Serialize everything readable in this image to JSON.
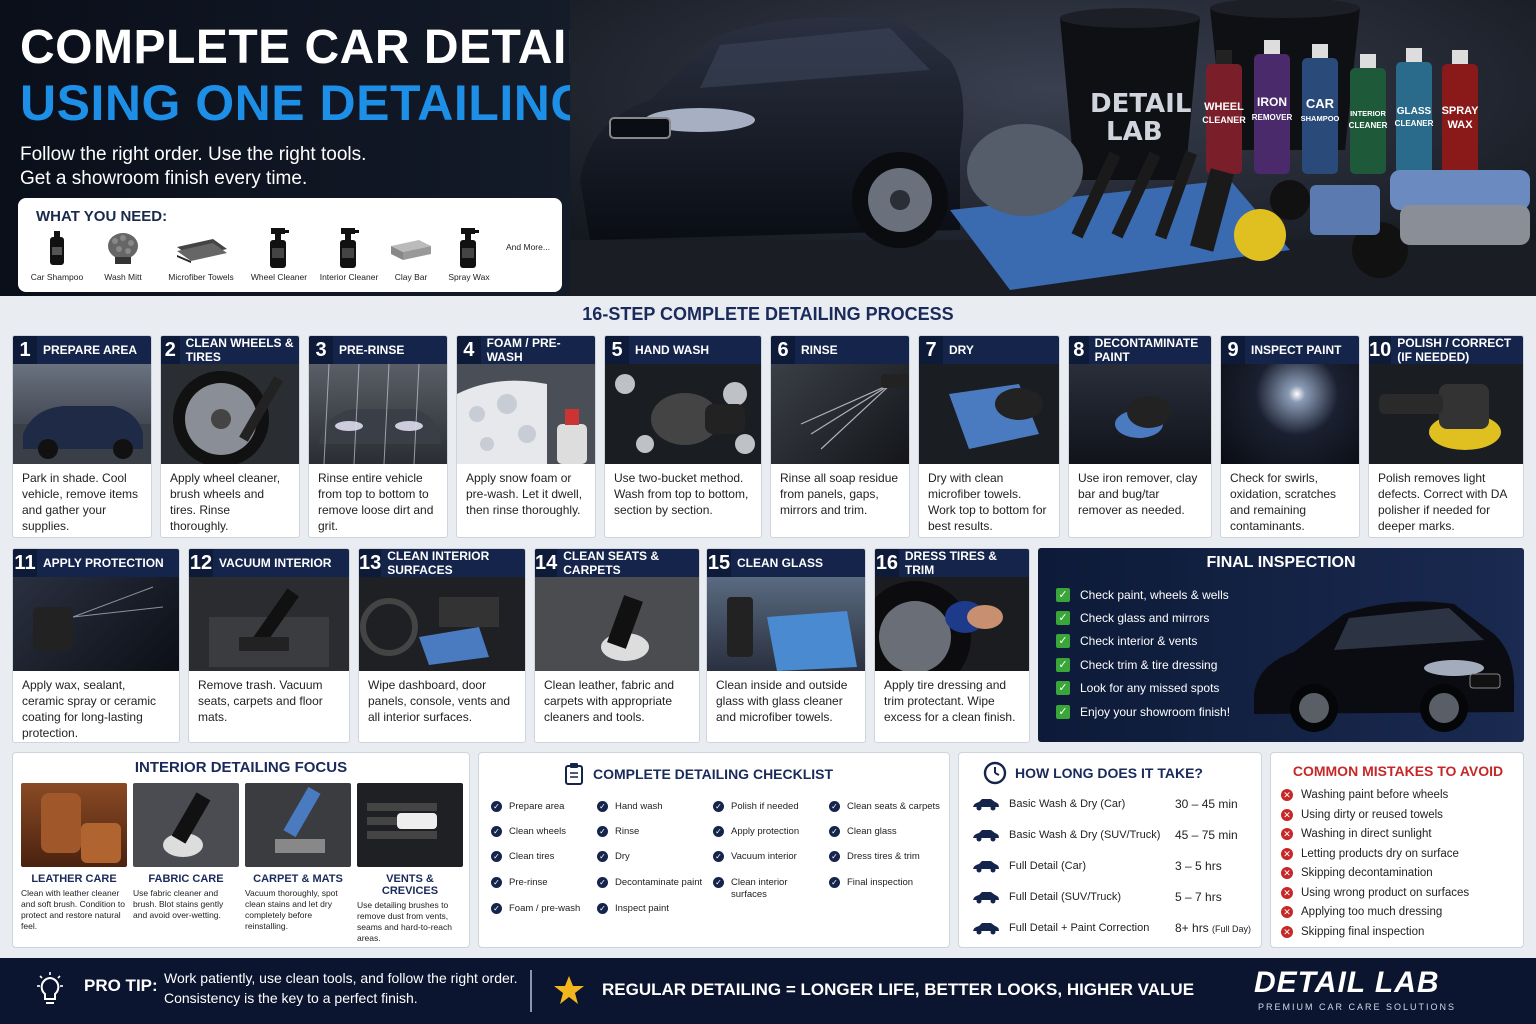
{
  "hero": {
    "title_line1": "COMPLETE CAR DETAILING PROCESS",
    "title_line2": "USING ONE DETAILING KIT",
    "subtitle_line1": "Follow the right order. Use the right tools.",
    "subtitle_line2": "Get a showroom finish every time.",
    "bucket_brand_line1": "DETAIL",
    "bucket_brand_line2": "LAB",
    "bottles": [
      {
        "line1": "WHEEL",
        "line2": "CLEANER",
        "color": "#7a1f2a"
      },
      {
        "line1": "IRON",
        "line2": "REMOVER",
        "color": "#4a2a6a"
      },
      {
        "line1": "CAR",
        "line2": "SHAMPOO",
        "color": "#2a4a7a"
      },
      {
        "line1": "INTERIOR",
        "line2": "CLEANER",
        "color": "#1e5a3a"
      },
      {
        "line1": "GLASS",
        "line2": "CLEANER",
        "color": "#2a6a8a"
      },
      {
        "line1": "SPRAY",
        "line2": "WAX",
        "color": "#8a1a1a"
      }
    ]
  },
  "what_you_need": {
    "title": "WHAT YOU NEED:",
    "items": [
      {
        "label": "Car Shampoo",
        "icon": "bottle-icon"
      },
      {
        "label": "Wash Mitt",
        "icon": "mitt-icon"
      },
      {
        "label": "Microfiber Towels",
        "icon": "towel-icon"
      },
      {
        "label": "Wheel Cleaner",
        "icon": "spray-bottle-icon"
      },
      {
        "label": "Interior Cleaner",
        "icon": "spray-bottle-icon"
      },
      {
        "label": "Clay Bar",
        "icon": "clay-bar-icon"
      },
      {
        "label": "Spray Wax",
        "icon": "spray-bottle-icon"
      }
    ],
    "more": "And More..."
  },
  "process": {
    "title": "16-STEP COMPLETE DETAILING PROCESS",
    "steps": [
      {
        "num": "1",
        "title": "PREPARE AREA",
        "text": "Park in shade. Cool vehicle, remove items and gather your supplies."
      },
      {
        "num": "2",
        "title": "CLEAN WHEELS & TIRES",
        "text": "Apply wheel cleaner, brush wheels and tires. Rinse thoroughly."
      },
      {
        "num": "3",
        "title": "PRE-RINSE",
        "text": "Rinse entire vehicle from top to bottom to remove loose dirt and grit."
      },
      {
        "num": "4",
        "title": "FOAM / PRE-WASH",
        "text": "Apply snow foam or pre-wash. Let it dwell, then rinse thoroughly."
      },
      {
        "num": "5",
        "title": "HAND WASH",
        "text": "Use two-bucket method. Wash from top to bottom, section by section."
      },
      {
        "num": "6",
        "title": "RINSE",
        "text": "Rinse all soap residue from panels, gaps, mirrors and trim."
      },
      {
        "num": "7",
        "title": "DRY",
        "text": "Dry with clean microfiber towels. Work top to bottom for best results."
      },
      {
        "num": "8",
        "title": "DECONTAMINATE PAINT",
        "text": "Use iron remover, clay bar and bug/tar remover as needed."
      },
      {
        "num": "9",
        "title": "INSPECT PAINT",
        "text": "Check for swirls, oxidation, scratches and remaining contaminants."
      },
      {
        "num": "10",
        "title": "POLISH / CORRECT (IF NEEDED)",
        "text": "Polish removes light defects. Correct with DA polisher if needed for deeper marks."
      },
      {
        "num": "11",
        "title": "APPLY PROTECTION",
        "text": "Apply wax, sealant, ceramic spray or ceramic coating for long-lasting protection."
      },
      {
        "num": "12",
        "title": "VACUUM INTERIOR",
        "text": "Remove trash. Vacuum seats, carpets and floor mats."
      },
      {
        "num": "13",
        "title": "CLEAN INTERIOR SURFACES",
        "text": "Wipe dashboard, door panels, console, vents and all interior surfaces."
      },
      {
        "num": "14",
        "title": "CLEAN SEATS & CARPETS",
        "text": "Clean leather, fabric and carpets with appropriate cleaners and tools."
      },
      {
        "num": "15",
        "title": "CLEAN GLASS",
        "text": "Clean inside and outside glass with glass cleaner and microfiber towels."
      },
      {
        "num": "16",
        "title": "DRESS TIRES & TRIM",
        "text": "Apply tire dressing and trim protectant. Wipe excess for a clean finish."
      }
    ]
  },
  "final_inspection": {
    "title": "FINAL INSPECTION",
    "items": [
      "Check paint, wheels & wells",
      "Check glass and mirrors",
      "Check interior & vents",
      "Check trim & tire dressing",
      "Look for any missed spots",
      "Enjoy your showroom finish!"
    ]
  },
  "interior_focus": {
    "title": "INTERIOR DETAILING FOCUS",
    "items": [
      {
        "title": "LEATHER CARE",
        "text": "Clean with leather cleaner and soft brush. Condition to protect and restore natural feel."
      },
      {
        "title": "FABRIC CARE",
        "text": "Use fabric cleaner and brush. Blot stains gently and avoid over-wetting."
      },
      {
        "title": "CARPET & MATS",
        "text": "Vacuum thoroughly, spot clean stains and let dry completely before reinstalling."
      },
      {
        "title": "VENTS & CREVICES",
        "text": "Use detailing brushes to remove dust from vents, seams and hard-to-reach areas."
      }
    ]
  },
  "checklist": {
    "title": "COMPLETE DETAILING CHECKLIST",
    "col1": [
      "Prepare area",
      "Clean wheels",
      "Clean tires",
      "Pre-rinse",
      "Foam / pre-wash"
    ],
    "col2": [
      "Hand wash",
      "Rinse",
      "Dry",
      "Decontaminate paint",
      "Inspect paint"
    ],
    "col3": [
      "Polish if needed",
      "Apply protection",
      "Vacuum interior",
      "Clean interior surfaces"
    ],
    "col4": [
      "Clean seats & carpets",
      "Clean glass",
      "Dress tires & trim",
      "Final inspection"
    ]
  },
  "duration": {
    "title": "HOW LONG DOES IT TAKE?",
    "rows": [
      {
        "label": "Basic Wash & Dry (Car)",
        "value": "30 – 45 min",
        "note": ""
      },
      {
        "label": "Basic Wash & Dry (SUV/Truck)",
        "value": "45 – 75 min",
        "note": ""
      },
      {
        "label": "Full Detail (Car)",
        "value": "3 – 5 hrs",
        "note": ""
      },
      {
        "label": "Full Detail (SUV/Truck)",
        "value": "5 – 7 hrs",
        "note": ""
      },
      {
        "label": "Full Detail + Paint Correction",
        "value": "8+ hrs",
        "note": "(Full Day)"
      }
    ]
  },
  "mistakes": {
    "title": "COMMON MISTAKES TO AVOID",
    "items": [
      "Washing paint before wheels",
      "Using dirty or reused towels",
      "Washing in direct sunlight",
      "Letting products dry on surface",
      "Skipping decontamination",
      "Using wrong product on surfaces",
      "Applying too much dressing",
      "Skipping final inspection"
    ]
  },
  "footer": {
    "tip_label": "PRO TIP:",
    "tip_line1": "Work patiently, use clean tools, and follow the right order.",
    "tip_line2": "Consistency is the key to a perfect finish.",
    "slogan": "REGULAR DETAILING = LONGER LIFE, BETTER LOOKS, HIGHER VALUE",
    "brand": "DETAIL LAB",
    "brand_tagline": "PREMIUM CAR CARE SOLUTIONS"
  },
  "colors": {
    "navy": "#14244a",
    "accent_blue": "#1e8fe6",
    "check_green": "#3aa63a",
    "mistake_red": "#c62828",
    "star_gold": "#f2b61f"
  }
}
